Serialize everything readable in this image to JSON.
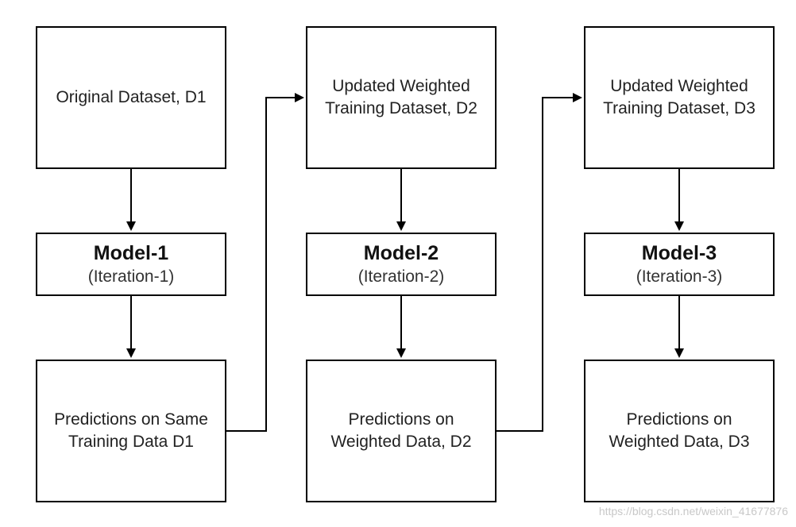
{
  "nodes": {
    "dataset_1": {
      "lines": [
        "Original Dataset, D1"
      ]
    },
    "dataset_2": {
      "lines": [
        "Updated Weighted",
        "Training Dataset, D2"
      ]
    },
    "dataset_3": {
      "lines": [
        "Updated Weighted",
        "Training Dataset, D3"
      ]
    },
    "model_1": {
      "title": "Model-1",
      "subtitle": "(Iteration-1)"
    },
    "model_2": {
      "title": "Model-2",
      "subtitle": "(Iteration-2)"
    },
    "model_3": {
      "title": "Model-3",
      "subtitle": "(Iteration-3)"
    },
    "predictions_1": {
      "lines": [
        "Predictions on Same",
        "Training Data D1"
      ]
    },
    "predictions_2": {
      "lines": [
        "Predictions on",
        "Weighted Data, D2"
      ]
    },
    "predictions_3": {
      "lines": [
        "Predictions on",
        "Weighted Data, D3"
      ]
    }
  },
  "edges": [
    {
      "from": "dataset_1",
      "to": "model_1"
    },
    {
      "from": "model_1",
      "to": "predictions_1"
    },
    {
      "from": "predictions_1",
      "to": "dataset_2"
    },
    {
      "from": "dataset_2",
      "to": "model_2"
    },
    {
      "from": "model_2",
      "to": "predictions_2"
    },
    {
      "from": "predictions_2",
      "to": "dataset_3"
    },
    {
      "from": "dataset_3",
      "to": "model_3"
    },
    {
      "from": "model_3",
      "to": "predictions_3"
    }
  ],
  "watermark": "https://blog.csdn.net/weixin_41677876",
  "colors": {
    "border": "#000000",
    "text": "#222222",
    "watermark": "#c8c8c8"
  }
}
